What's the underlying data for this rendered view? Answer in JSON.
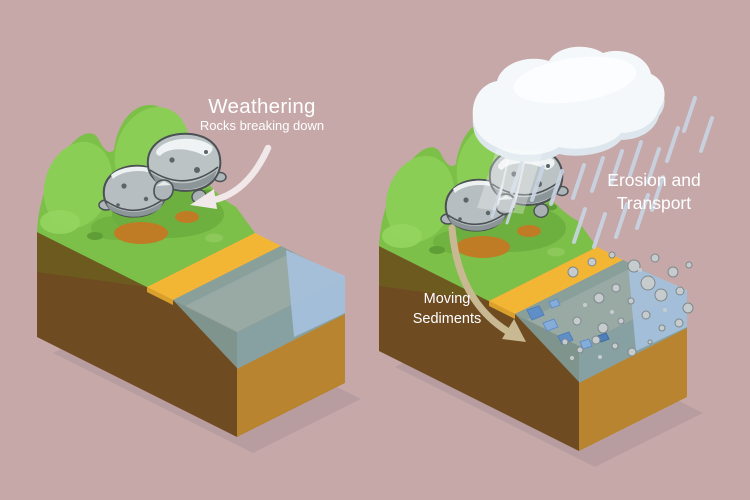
{
  "scene": {
    "type": "isometric-educational-diagram",
    "background": "#c6a8a8",
    "panels": {
      "weathering": {
        "title": "Weathering",
        "subtitle": "Rocks breaking down"
      },
      "erosion": {
        "title_line1": "Erosion and",
        "title_line2": "Transport",
        "annotation_line1": "Moving",
        "annotation_line2": "Sediments"
      }
    },
    "palette": {
      "background": "#c6a8a8",
      "ground_shadow": "#b89da0",
      "grass": "#7cbf49",
      "grass_highlight": "#8bce55",
      "soil_left_face": "#6f4b22",
      "soil_right_face": "#b9842f",
      "sand": "#f2b534",
      "water_surface": "#98aaa5",
      "water_face": "#85a1a6",
      "water_face_light": "#a6c1de",
      "rock": "#b7bec1",
      "dirt": "#c07c24",
      "cloud": "#f4f8fa",
      "rain": "#c9d5e4",
      "arrow_weathering": "#f1e8ea",
      "arrow_sediments": "#c8b992",
      "label_text": "#ffffff"
    }
  }
}
